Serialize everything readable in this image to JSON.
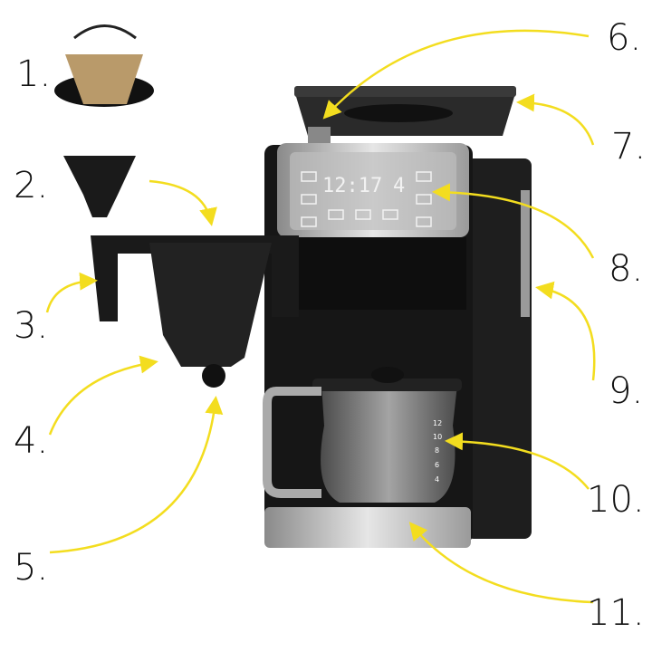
{
  "labels": [
    "1.",
    "2.",
    "3.",
    "4.",
    "5.",
    "6.",
    "7.",
    "8.",
    "9.",
    "10.",
    "11."
  ],
  "display": {
    "time": "12:17",
    "cups": "4"
  },
  "carafe_scale": [
    "12",
    "10",
    "8",
    "6",
    "4"
  ],
  "colors": {
    "arrow": "#f3dd1f",
    "body": "#1b1b1b",
    "steel": "#c9c9c9"
  }
}
